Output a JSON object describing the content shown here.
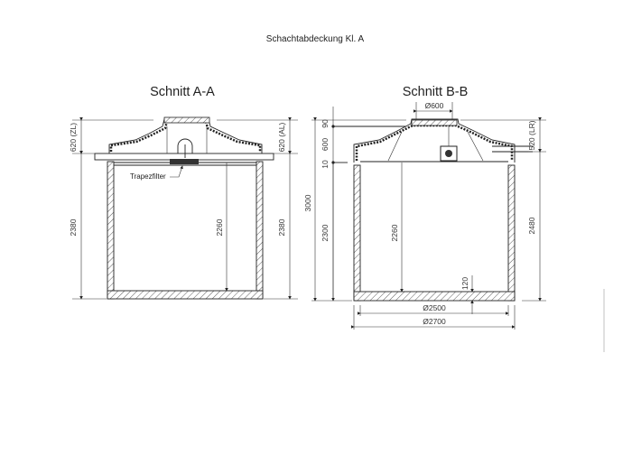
{
  "title": "Schachtabdeckung Kl. A",
  "sections": [
    {
      "label": "Schnitt A-A",
      "dimensions": {
        "left_top": "620 (ZL)",
        "left_height": "2380",
        "inner_height": "2260",
        "right_top": "620 (AL)",
        "right_height": "2380"
      },
      "callouts": [
        "Trapezfilter"
      ]
    },
    {
      "label": "Schnitt B-B",
      "dimensions": {
        "opening": "Ø600",
        "stack_top": "90",
        "stack_mid": "600",
        "stack_low": "10",
        "total_height": "3000",
        "body_height": "2300",
        "inner_height": "2260",
        "floor_thickness": "120",
        "inner_diameter": "Ø2500",
        "outer_diameter": "Ø2700",
        "right_top": "520 (LR)",
        "right_height": "2480"
      }
    }
  ],
  "colors": {
    "line": "#222222",
    "background": "#ffffff",
    "filter": "#333333"
  }
}
